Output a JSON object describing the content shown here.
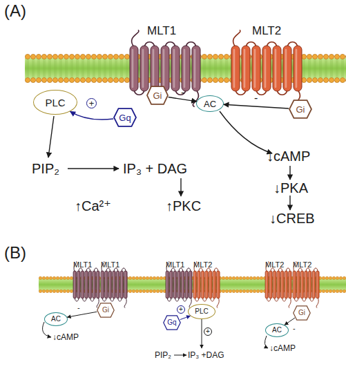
{
  "diagram": {
    "nodes": [
      {
        "text": [
          "PLC"
        ]
      },
      {
        "text": [
          "Gq"
        ]
      },
      {
        "text": [
          "Gi"
        ]
      },
      {
        "text": [
          "AC"
        ]
      },
      {
        "text": [
          "Gi"
        ]
      },
      {
        "text": [
          "AC"
        ]
      },
      {
        "text": [
          "Gi"
        ]
      },
      {
        "text": [
          "Gq"
        ]
      },
      {
        "text": [
          "PLC"
        ]
      },
      {
        "text": [
          "Gi"
        ]
      },
      {
        "text": [
          "AC"
        ]
      }
    ],
    "edges": [
      {
        "from": 1,
        "to": 0,
        "label": "+",
        "arrow": "to"
      },
      {
        "from": 2,
        "to": 3,
        "label": "-",
        "arrow": "to"
      },
      {
        "from": 4,
        "to": 3,
        "label": "-",
        "arrow": "to"
      },
      {
        "from": 6,
        "to": 5,
        "label": "-",
        "arrow": "to"
      },
      {
        "from": 7,
        "to": 8,
        "label": "+",
        "arrow": "to"
      },
      {
        "from": 9,
        "to": 10,
        "label": "-",
        "arrow": "to"
      }
    ],
    "labels": [
      "(A)",
      "MLT1",
      "MLT2",
      "PIP₂",
      "IP₃ + DAG",
      "↑Ca²⁺",
      "↑PKC",
      "↓cAMP",
      "↓PKA",
      "↓CREB",
      "(B)",
      "MLT1",
      "MLT1",
      "MLT1",
      "MLT2",
      "MLT2",
      "MLT2",
      "↓cAMP",
      "+",
      "PIP₂",
      "IP₃ +DAG",
      "↓cAMP"
    ]
  }
}
